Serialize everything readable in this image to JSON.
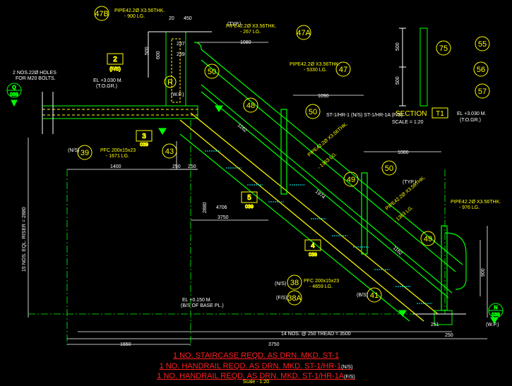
{
  "bubbles": {
    "b47B": "47B",
    "b47A": "47A",
    "b50a": "50",
    "b47": "47",
    "b48": "48",
    "b50b": "50",
    "b49a": "49",
    "b50c": "50",
    "b49b": "49",
    "b75": "75",
    "b55": "55",
    "b56": "56",
    "b57": "57",
    "b39": "39",
    "b43": "43",
    "b38": "38",
    "b38A": "38A",
    "b41": "41",
    "bR": "R"
  },
  "section_marks": {
    "q_letter": "Q",
    "q_sheet": "039",
    "n_letter": "N",
    "n_sheet": "039",
    "d2_num": "2",
    "d2_sheet": "(F/S)",
    "d3_num": "3",
    "d3_sheet": "039",
    "d5_num": "5",
    "d5_sheet": "039",
    "d4_num": "4",
    "d4_sheet": "039",
    "t1_label": "SECTION",
    "t1_id": "T1",
    "t1_scale": "SCALE = 1:20"
  },
  "labels": {
    "pipe_top": "PIPE42.2Ø X3.56THK.",
    "pipe_top_len": "- 900 LG.",
    "pipe_47a": "PIPE42.2Ø X3.56THK.",
    "pipe_47a_len": "- 267 LG.",
    "pipe_47": "PIPE42.2Ø X3.56THK.",
    "pipe_47_len": "- 5330 LG.",
    "pipe_49": "PIPE42.2Ø X3.56THK.",
    "pipe_49_len": "- 1363 LG.",
    "pipe_49b": "PIPE42.2Ø X3.56THK.",
    "pipe_49b_len": "- 1363 LG.",
    "pipe_right": "PIPE42.2Ø X3.56THK.",
    "pipe_right_len": "- 976 LG.",
    "pfc_39": "PFC 200x15x23",
    "pfc_39_len": "- 1671 LG.",
    "pfc_38": "PFC 200x15x23",
    "pfc_38_len": "- 4659 LG.",
    "holes": "2 NOS.22Ø HOLES",
    "holes2": "FOR M20 BOLTS.",
    "el_top": "EL +3.030 M.",
    "el_top2": "(T.O.GR.)",
    "el_right": "EL +3.030 M.",
    "el_right2": "(T.O.GR.)",
    "el_bottom": "EL +0.150 M.",
    "el_bottom2": "(B/S OF BASE PL.)",
    "riser": "15 NOS. EQL. RISER = 2880",
    "tread": "14 NOS. @ 250 TREAD = 3500",
    "typ": "(TYP.)",
    "ns": "(N/S)",
    "fs": "(F/S)",
    "bs": "(B/S)",
    "wp": "(W.P.)",
    "wp_top": "(W.P.)",
    "section_note": "ST-1/HR-1 (N/S) ST-1/HR-1A (F/S)"
  },
  "dims": {
    "d450": "450",
    "d20": "20",
    "d1080a": "1080",
    "d1090": "1090",
    "d1080b": "1080",
    "d1400": "1400",
    "d250a": "250",
    "d250b": "250",
    "d3750a": "3750",
    "d3750b": "3750",
    "d1650": "1650",
    "d250c": "250",
    "d500a": "500",
    "d500b": "500",
    "d500c": "500",
    "d1162a": "1162",
    "d1162b": "1162",
    "d1974": "1974",
    "d2880": "2880",
    "d4706": "4706",
    "d237": "237",
    "d239": "239",
    "d600": "600",
    "d900": "900",
    "d251": "251"
  },
  "notes": {
    "line1": "1 NO. STAIRCASE REQD. AS DRN. MKD. ST-1",
    "line2": "1 NO. HANDRAIL REQD. AS DRN. MKD. ST-1/HR-1",
    "line2_suffix": "(N/S)",
    "line3": "1 NO. HANDRAIL REQD. AS DRN. MKD. ST-1/HR-1A",
    "line3_suffix": "(F/S)",
    "scale": "Scale - 1:20"
  },
  "colors": {
    "background": "#000000",
    "steel_green": "#00ff00",
    "dim_white": "#ffffff",
    "text_yellow": "#ffff00",
    "note_red": "#ff2020",
    "hatch_cyan": "#00ffff"
  }
}
